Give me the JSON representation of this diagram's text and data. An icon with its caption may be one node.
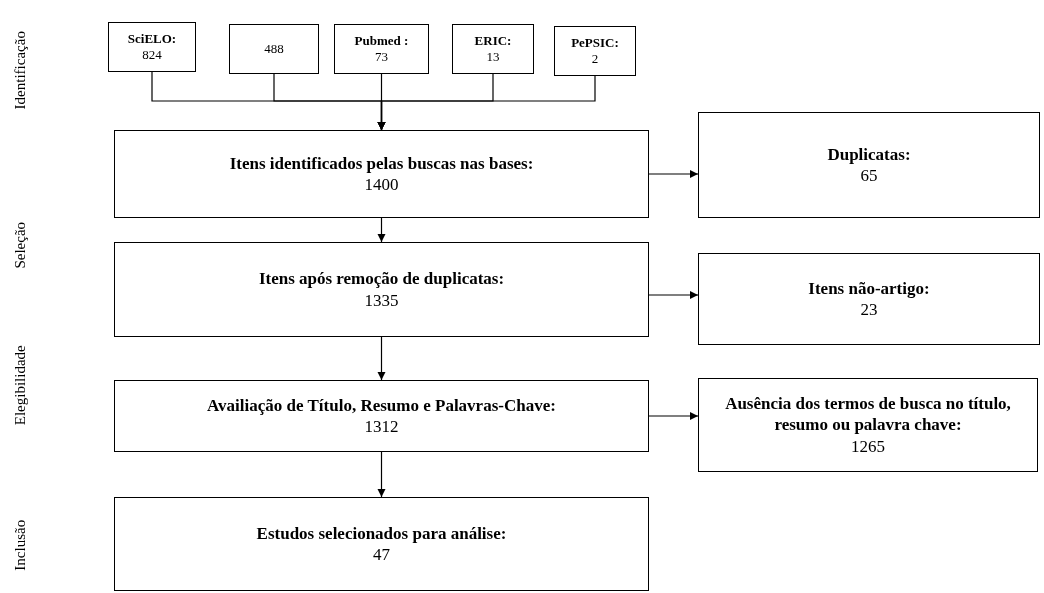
{
  "diagram": {
    "nodes": [
      {
        "text": [
          "SciELO:",
          "824"
        ]
      },
      {
        "text": [
          "488"
        ]
      },
      {
        "text": [
          "Pubmed :",
          "73"
        ]
      },
      {
        "text": [
          "ERIC:",
          "13"
        ]
      },
      {
        "text": [
          "PePSIC:",
          "2"
        ]
      },
      {
        "text": [
          "Itens identificados pelas buscas nas bases:",
          "1400"
        ]
      },
      {
        "text": [
          "Duplicatas:",
          "65"
        ]
      },
      {
        "text": [
          "Itens após remoção de duplicatas:",
          "1335"
        ]
      },
      {
        "text": [
          "Itens não-artigo:",
          "23"
        ]
      },
      {
        "text": [
          "Availiação de Título, Resumo e  Palavras-Chave:",
          "1312"
        ]
      },
      {
        "text": [
          "Ausência dos termos de busca no título, resumo ou palavra chave:",
          "1265"
        ]
      },
      {
        "text": [
          "Estudos selecionados para análise:",
          "47"
        ]
      }
    ],
    "edges": [
      {
        "from": 0,
        "to": 5,
        "arrow": "to"
      },
      {
        "from": 1,
        "to": 5,
        "arrow": "to"
      },
      {
        "from": 2,
        "to": 5,
        "arrow": "to"
      },
      {
        "from": 3,
        "to": 5,
        "arrow": "to"
      },
      {
        "from": 4,
        "to": 5,
        "arrow": "to"
      },
      {
        "from": 5,
        "to": 6,
        "arrow": "to"
      },
      {
        "from": 5,
        "to": 7,
        "arrow": "to"
      },
      {
        "from": 7,
        "to": 8,
        "arrow": "to"
      },
      {
        "from": 7,
        "to": 9,
        "arrow": "to"
      },
      {
        "from": 9,
        "to": 10,
        "arrow": "to"
      },
      {
        "from": 9,
        "to": 11,
        "arrow": "to"
      }
    ],
    "labels": [
      "Identificação",
      "Seleção",
      "Elegibilidade",
      "Inclusão"
    ]
  }
}
